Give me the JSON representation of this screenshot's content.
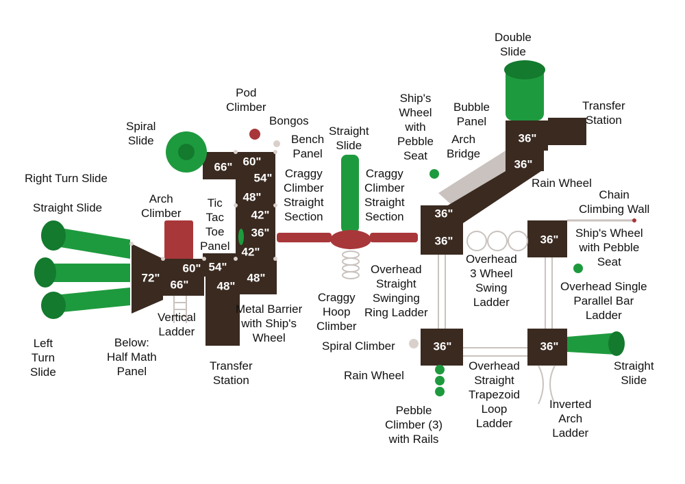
{
  "colors": {
    "deck": "#3a2a20",
    "slide_green": "#1e9a3e",
    "slide_dark": "#137a2e",
    "barrier_red": "#a8373a",
    "post": "#d9d0cc",
    "rail": "#c9c2be"
  },
  "decks": {
    "d1": "66\"",
    "d2": "60\"",
    "d3": "54\"",
    "d4": "48\"",
    "d5": "42\"",
    "d6": "36\"",
    "d7": "42\"",
    "d8": "72\"",
    "d9": "60\"",
    "d10": "54\"",
    "d11": "66\"",
    "d12": "48\"",
    "d13": "48\"",
    "d14": "36\"",
    "d15": "36\"",
    "d16": "36\"",
    "d17": "36\"",
    "d18": "36\"",
    "d19": "36\"",
    "d20": "36\""
  },
  "labels": {
    "double_slide": "Double\nSlide",
    "transfer_station_top": "Transfer\nStation",
    "bubble_panel": "Bubble\nPanel",
    "arch_bridge": "Arch\nBridge",
    "ships_wheel_pebble_seat_top": "Ship's\nWheel\nwith\nPebble\nSeat",
    "rain_wheel_top": "Rain Wheel",
    "chain_climbing_wall": "Chain\nClimbing Wall",
    "ships_wheel_pebble_seat_right": "Ship's Wheel\nwith Pebble\nSeat",
    "overhead_single_parallel_bar": "Overhead Single\nParallel Bar\nLadder",
    "overhead_3_wheel_swing": "Overhead\n3 Wheel\nSwing\nLadder",
    "overhead_straight_swinging_ring": "Overhead\nStraight\nSwinging\nRing Ladder",
    "pod_climber": "Pod\nClimber",
    "bongos": "Bongos",
    "spiral_slide": "Spiral\nSlide",
    "bench_panel": "Bench\nPanel",
    "straight_slide_center": "Straight\nSlide",
    "craggy_left": "Craggy\nClimber\nStraight\nSection",
    "craggy_right": "Craggy\nClimber\nStraight\nSection",
    "right_turn_slide": "Right Turn Slide",
    "straight_slide_left": "Straight Slide",
    "arch_climber": "Arch\nClimber",
    "tic_tac_toe": "Tic\nTac\nToe\nPanel",
    "craggy_hoop": "Craggy\nHoop\nClimber",
    "vertical_ladder": "Vertical\nLadder",
    "metal_barrier": "Metal Barrier\nwith Ship's\nWheel",
    "left_turn_slide": "Left\nTurn\nSlide",
    "half_math_panel": "Below:\nHalf Math\nPanel",
    "transfer_station_bottom": "Transfer\nStation",
    "spiral_climber": "Spiral Climber",
    "rain_wheel_bottom": "Rain Wheel",
    "overhead_trapezoid": "Overhead\nStraight\nTrapezoid\nLoop\nLadder",
    "straight_slide_right": "Straight\nSlide",
    "inverted_arch": "Inverted\nArch\nLadder",
    "pebble_climber": "Pebble\nClimber (3)\nwith Rails"
  }
}
